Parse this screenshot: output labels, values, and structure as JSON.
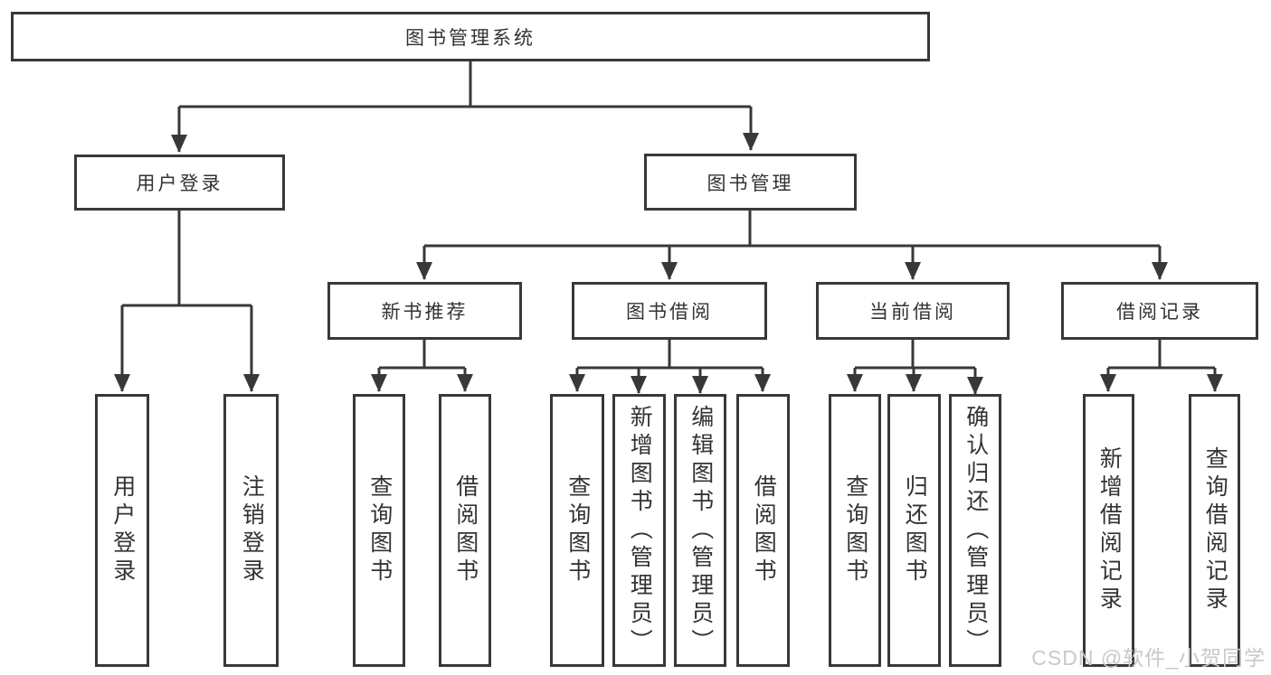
{
  "diagram": {
    "title": "图书管理系统",
    "level2": {
      "user_login": "用户登录",
      "book_mgmt": "图书管理"
    },
    "level3": {
      "new_books": "新书推荐",
      "book_borrow": "图书借阅",
      "current_borrow": "当前借阅",
      "borrow_records": "借阅记录"
    },
    "leaves": {
      "user_login": [
        "用户登录",
        "注销登录"
      ],
      "new_books": [
        "查询图书",
        "借阅图书"
      ],
      "book_borrow": [
        "查询图书",
        "新增图书（管理员）",
        "编辑图书（管理员）",
        "借阅图书"
      ],
      "current_borrow": [
        "查询图书",
        "归还图书",
        "确认归还（管理员）"
      ],
      "borrow_records": [
        "新增借阅记录",
        "查询借阅记录"
      ]
    }
  },
  "watermark": "CSDN @软件_小贺同学",
  "colors": {
    "line": "#383838",
    "text": "#333333",
    "background": "#ffffff",
    "watermark": "#c9c9c9"
  }
}
